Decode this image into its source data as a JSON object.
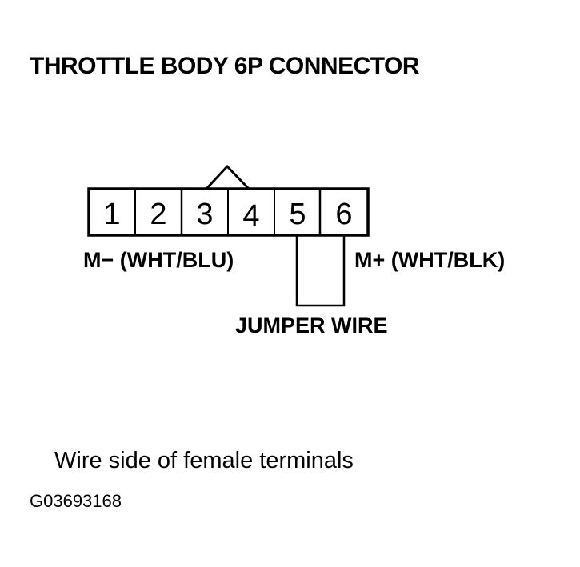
{
  "title": "THROTTLE BODY 6P CONNECTOR",
  "connector": {
    "pins": [
      "1",
      "2",
      "3",
      "4",
      "5",
      "6"
    ],
    "latch_between_pins": [
      "3",
      "4"
    ]
  },
  "labels": {
    "m_minus": "M− (WHT/BLU)",
    "m_plus": "M+ (WHT/BLK)",
    "jumper": "JUMPER WIRE"
  },
  "caption": "Wire side of female terminals",
  "figure_id": "G03693168"
}
